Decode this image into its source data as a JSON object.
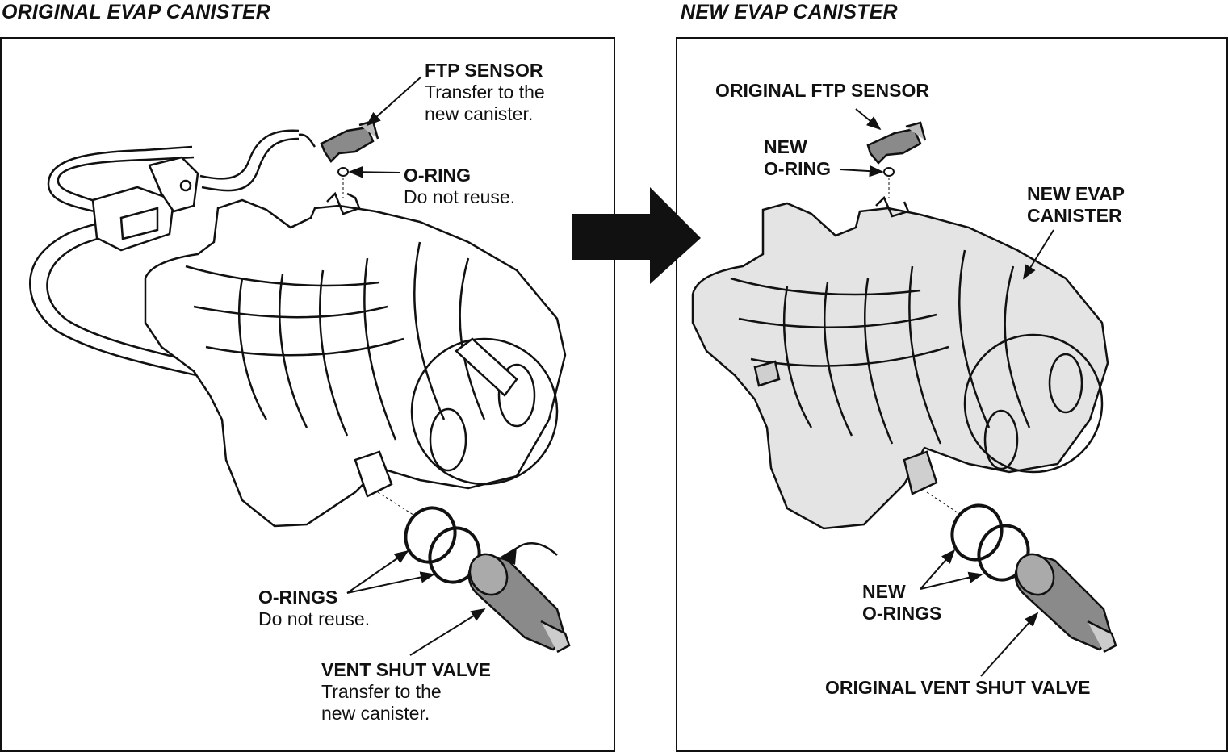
{
  "headings": {
    "left": "ORIGINAL EVAP CANISTER",
    "right": "NEW EVAP CANISTER"
  },
  "left_panel": {
    "ftp_sensor": {
      "title": "FTP SENSOR",
      "line1": "Transfer to the",
      "line2": "new canister."
    },
    "o_ring": {
      "title": "O-RING",
      "note": "Do not reuse."
    },
    "o_rings": {
      "title": "O-RINGS",
      "note": "Do not reuse."
    },
    "vent_shut_valve": {
      "title": "VENT SHUT VALVE",
      "line1": "Transfer to the",
      "line2": "new canister."
    }
  },
  "right_panel": {
    "original_ftp_sensor": "ORIGINAL FTP SENSOR",
    "new_o_ring": {
      "line1": "NEW",
      "line2": "O-RING"
    },
    "new_evap_canister": {
      "line1": "NEW EVAP",
      "line2": "CANISTER"
    },
    "new_o_rings": {
      "line1": "NEW",
      "line2": "O-RINGS"
    },
    "original_vent_shut_valve": "ORIGINAL VENT SHUT VALVE"
  },
  "colors": {
    "line": "#111111",
    "new_canister_fill": "#e4e4e4",
    "original_canister_fill": "#ffffff",
    "valve_fill": "#8a8a8a"
  }
}
